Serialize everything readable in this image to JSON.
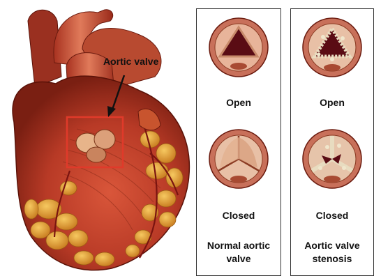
{
  "callout": {
    "label": "Aortic valve"
  },
  "panels": [
    {
      "open_label": "Open",
      "closed_label": "Closed",
      "caption": "Normal aortic valve",
      "condition": "normal"
    },
    {
      "open_label": "Open",
      "closed_label": "Closed",
      "caption": "Aortic valve stenosis",
      "condition": "stenosis"
    }
  ],
  "colors": {
    "heart_muscle": "#b83a26",
    "heart_dark": "#6e1a10",
    "fat": "#e8a23a",
    "highlight_box": "#e03a2a",
    "valve_rim": "#c8705a",
    "valve_opening": "#5a0c14",
    "calcification": "#e8dcc0"
  }
}
